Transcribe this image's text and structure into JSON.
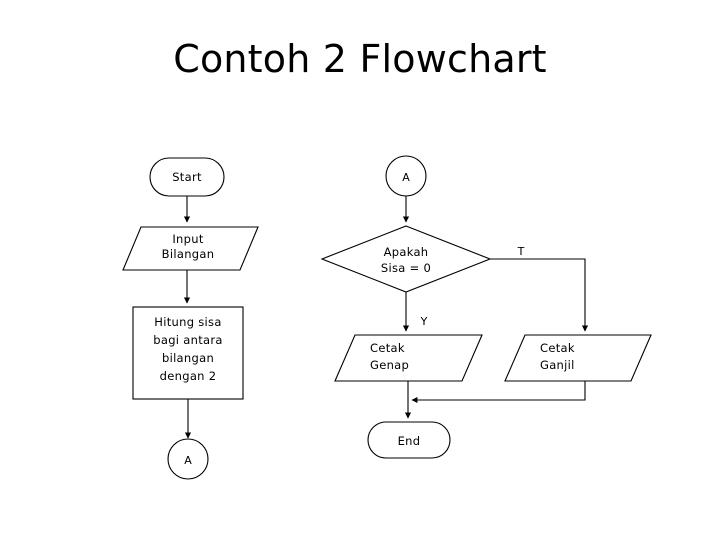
{
  "slide": {
    "title": "Contoh 2 Flowchart",
    "background_color": "#ffffff",
    "stroke_color": "#000000"
  },
  "diagram": {
    "type": "flowchart",
    "orientation": "top-to-bottom",
    "nodes": {
      "start": {
        "label": "Start",
        "shape": "terminator"
      },
      "input": {
        "label_line1": "Input",
        "label_line2": "Bilangan",
        "shape": "parallelogram"
      },
      "process": {
        "label_line1": "Hitung sisa",
        "label_line2": "bagi antara",
        "label_line3": "bilangan",
        "label_line4": "dengan 2",
        "shape": "process"
      },
      "connector_out": {
        "label": "A",
        "shape": "connector"
      },
      "connector_in": {
        "label": "A",
        "shape": "connector"
      },
      "decision": {
        "label_line1": "Apakah",
        "label_line2": "Sisa = 0",
        "shape": "decision"
      },
      "print_even": {
        "label_line1": "Cetak",
        "label_line2": "Genap",
        "shape": "parallelogram"
      },
      "print_odd": {
        "label_line1": "Cetak",
        "label_line2": "Ganjil",
        "shape": "parallelogram"
      },
      "end": {
        "label": "End",
        "shape": "terminator"
      }
    },
    "branch_labels": {
      "yes": "Y",
      "no": "T"
    }
  }
}
